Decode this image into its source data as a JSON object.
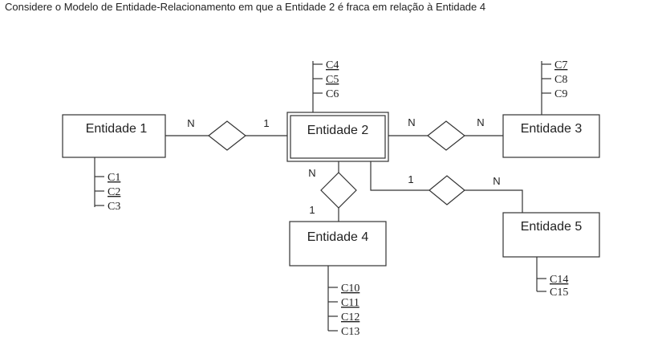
{
  "question": "Considere o Modelo de Entidade-Relacionamento em que a Entidade 2 é fraca em relação à Entidade 4",
  "entities": {
    "e1": {
      "label": "Entidade 1",
      "attributes": [
        {
          "name": "C1",
          "key": true
        },
        {
          "name": "C2",
          "key": true
        },
        {
          "name": "C3",
          "key": false
        }
      ]
    },
    "e2": {
      "label": "Entidade 2",
      "weak": true,
      "attributes": [
        {
          "name": "C4",
          "key": true
        },
        {
          "name": "C5",
          "key": true
        },
        {
          "name": "C6",
          "key": false
        }
      ]
    },
    "e3": {
      "label": "Entidade 3",
      "attributes": [
        {
          "name": "C7",
          "key": true
        },
        {
          "name": "C8",
          "key": false
        },
        {
          "name": "C9",
          "key": false
        }
      ]
    },
    "e4": {
      "label": "Entidade 4",
      "attributes": [
        {
          "name": "C10",
          "key": true
        },
        {
          "name": "C11",
          "key": true
        },
        {
          "name": "C12",
          "key": true
        },
        {
          "name": "C13",
          "key": false
        }
      ]
    },
    "e5": {
      "label": "Entidade 5",
      "attributes": [
        {
          "name": "C14",
          "key": true
        },
        {
          "name": "C15",
          "key": false
        }
      ]
    }
  },
  "relationships": [
    {
      "from": "Entidade 1",
      "to": "Entidade 2",
      "from_card": "N",
      "to_card": "1"
    },
    {
      "from": "Entidade 2",
      "to": "Entidade 3",
      "from_card": "N",
      "to_card": "N"
    },
    {
      "from": "Entidade 2",
      "to": "Entidade 4",
      "from_card": "N",
      "to_card": "1"
    },
    {
      "from": "Entidade 2",
      "to": "Entidade 5",
      "from_card": "1",
      "to_card": "N"
    }
  ]
}
